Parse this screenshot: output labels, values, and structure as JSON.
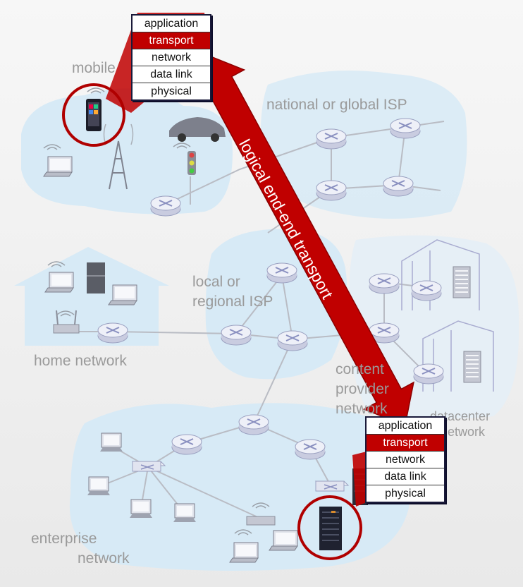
{
  "labels": {
    "mobile": "mobile",
    "national_isp": "national or global ISP",
    "local_isp_1": "local or",
    "local_isp_2": "regional ISP",
    "home": "home network",
    "content_1": "content",
    "content_2": "provider",
    "content_3": "network",
    "datacenter_1": "datacenter",
    "datacenter_2": "network",
    "enterprise_1": "enterprise",
    "enterprise_2": "network"
  },
  "arrow_label": "logical end-end transport",
  "top_stack": {
    "layers": [
      "application",
      "transport",
      "network",
      "data link",
      "physical"
    ],
    "highlighted": "transport"
  },
  "bottom_stack": {
    "layers": [
      "application",
      "transport",
      "network",
      "data link",
      "physical"
    ],
    "highlighted": "transport"
  },
  "colors": {
    "accent": "#c00000",
    "region": "#d3e8f5",
    "router": "#e8eaf4",
    "edge_label": "#9a9a9a"
  },
  "icons": [
    "router-icon",
    "switch-icon",
    "laptop-icon",
    "desktop-icon",
    "server-icon",
    "cell-tower-icon",
    "smartphone-icon",
    "car-icon",
    "traffic-light-icon",
    "wifi-access-point-icon",
    "datacenter-building-icon"
  ]
}
